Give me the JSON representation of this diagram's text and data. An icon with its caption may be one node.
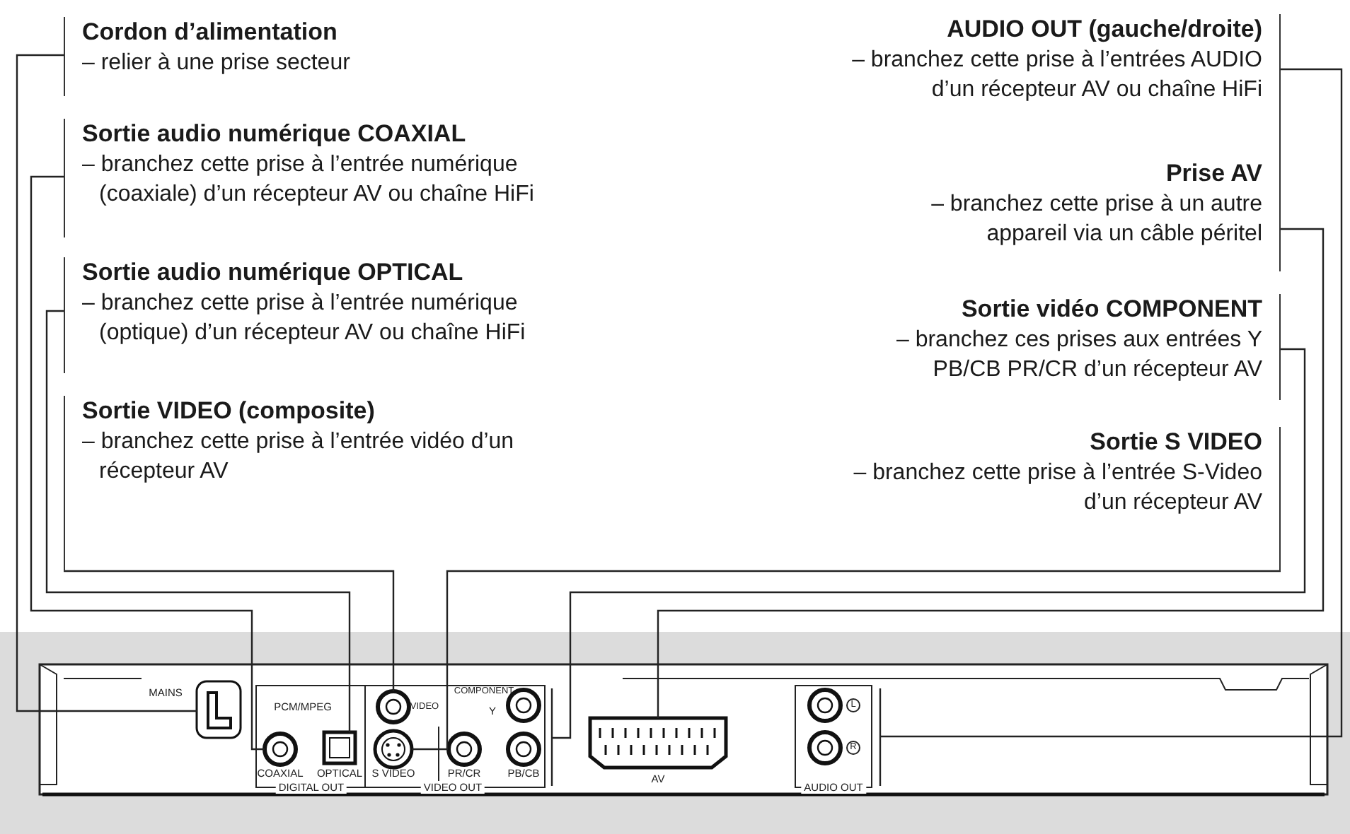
{
  "diagram": {
    "nodes": [
      {
        "text": [
          "Cordon d’alimentation",
          "– relier à une prise secteur"
        ]
      },
      {
        "text": [
          "Sortie audio numérique COAXIAL",
          "– branchez cette prise à l’entrée numérique (coaxiale) d’un récepteur AV ou chaîne HiFi"
        ]
      },
      {
        "text": [
          "Sortie audio numérique OPTICAL",
          "– branchez cette prise à l’entrée numérique (optique) d’un récepteur AV ou chaîne HiFi"
        ]
      },
      {
        "text": [
          "Sortie VIDEO (composite)",
          "– branchez cette prise à l’entrée vidéo d’un récepteur AV"
        ]
      },
      {
        "text": [
          "AUDIO OUT (gauche/droite)",
          "– branchez cette prise à l’entrées AUDIO d’un récepteur AV ou chaîne HiFi"
        ]
      },
      {
        "text": [
          "Prise AV",
          "– branchez cette prise à un autre appareil via un câble péritel"
        ]
      },
      {
        "text": [
          "Sortie vidéo COMPONENT",
          "– branchez ces prises aux entrées Y PB/CB PR/CR d’un récepteur AV"
        ]
      },
      {
        "text": [
          "Sortie S VIDEO",
          "– branchez cette prise à l’entrée S-Video d’un récepteur AV"
        ]
      },
      {
        "text": [],
        "shape": "box",
        "beside": [
          "MAINS"
        ]
      },
      {
        "text": [],
        "shape": "circle",
        "beside": [
          "COAXIAL"
        ]
      },
      {
        "text": [],
        "shape": "box",
        "beside": [
          "OPTICAL"
        ]
      },
      {
        "text": [],
        "shape": "circle",
        "beside": [
          "VIDEO"
        ]
      },
      {
        "text": [],
        "shape": "circle",
        "beside": [
          "S VIDEO"
        ]
      },
      {
        "text": [],
        "shape": "bar"
      },
      {
        "text": [],
        "shape": "box",
        "beside": [
          "AV"
        ]
      },
      {
        "text": [],
        "shape": "bar",
        "beside": [
          "AUDIO OUT"
        ]
      },
      {
        "text": [],
        "shape": "circle",
        "beside": [
          "Y"
        ]
      },
      {
        "text": [],
        "shape": "circle",
        "beside": [
          "PR/CR"
        ]
      },
      {
        "text": [],
        "shape": "circle",
        "beside": [
          "PB/CB"
        ]
      },
      {
        "text": [],
        "shape": "circle",
        "beside": [
          "L"
        ]
      },
      {
        "text": [],
        "shape": "circle",
        "beside": [
          "R"
        ]
      }
    ],
    "edges": [
      {
        "from": 0,
        "to": 8,
        "arrow": "none"
      },
      {
        "from": 1,
        "to": 9,
        "arrow": "none"
      },
      {
        "from": 2,
        "to": 10,
        "arrow": "none"
      },
      {
        "from": 3,
        "to": 11,
        "arrow": "none"
      },
      {
        "from": 4,
        "to": 15,
        "arrow": "none"
      },
      {
        "from": 5,
        "to": 14,
        "arrow": "none"
      },
      {
        "from": 6,
        "to": 13,
        "arrow": "none"
      },
      {
        "from": 7,
        "to": 12,
        "arrow": "none"
      }
    ],
    "labels": [
      "PCM/MPEG",
      "COMPONENT",
      "DIGITAL OUT",
      "VIDEO OUT"
    ]
  }
}
